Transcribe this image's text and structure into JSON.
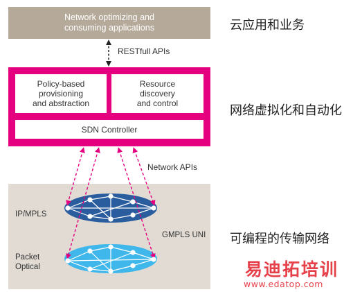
{
  "top_box": {
    "line1": "Network optimizing and",
    "line2": "consuming applications"
  },
  "restful_label": "RESTfull APIs",
  "policy_box": {
    "line1": "Policy-based",
    "line2": "provisioning",
    "line3": "and abstraction"
  },
  "resource_box": {
    "line1": "Resource",
    "line2": "discovery",
    "line3": "and control"
  },
  "controller_label": "SDN Controller",
  "network_apis_label": "Network APIs",
  "ip_mpls_label": "IP/MPLS",
  "gmpls_label": "GMPLS UNI",
  "packet_optical": {
    "line1": "Packet",
    "line2": "Optical"
  },
  "side_labels": {
    "cloud": "云应用和业务",
    "virtualization": "网络虚拟化和自动化",
    "programmable": "可编程的传输网络"
  },
  "watermark": {
    "name": "易迪拓培训",
    "url": "www.edatop.com"
  },
  "colors": {
    "magenta": "#e4007f",
    "top_box": "#b5a99a",
    "network_bg": "#e1dbd4",
    "ip_mpls": "#2a5d9e",
    "packet_optical": "#40b7ea",
    "watermark": "#e6414a"
  }
}
